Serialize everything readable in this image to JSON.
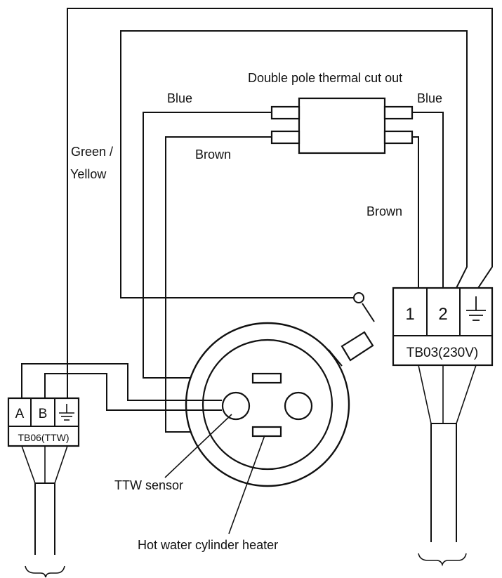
{
  "labels": {
    "thermal_cutout": "Double pole thermal cut out",
    "blue_left": "Blue",
    "blue_right": "Blue",
    "brown_left": "Brown",
    "brown_right": "Brown",
    "green_yellow_line1": "Green /",
    "green_yellow_line2": "Yellow",
    "ttw_sensor": "TTW sensor",
    "heater": "Hot water cylinder heater"
  },
  "terminal_tb03": {
    "name": "TB03(230V)",
    "terminal_1": "1",
    "terminal_2": "2",
    "earth_icon": "earth-ground-icon"
  },
  "terminal_tb06": {
    "name": "TB06(TTW)",
    "terminal_a": "A",
    "terminal_b": "B",
    "earth_icon": "earth-ground-icon"
  },
  "colors": {
    "line": "#111111",
    "background": "#ffffff"
  }
}
